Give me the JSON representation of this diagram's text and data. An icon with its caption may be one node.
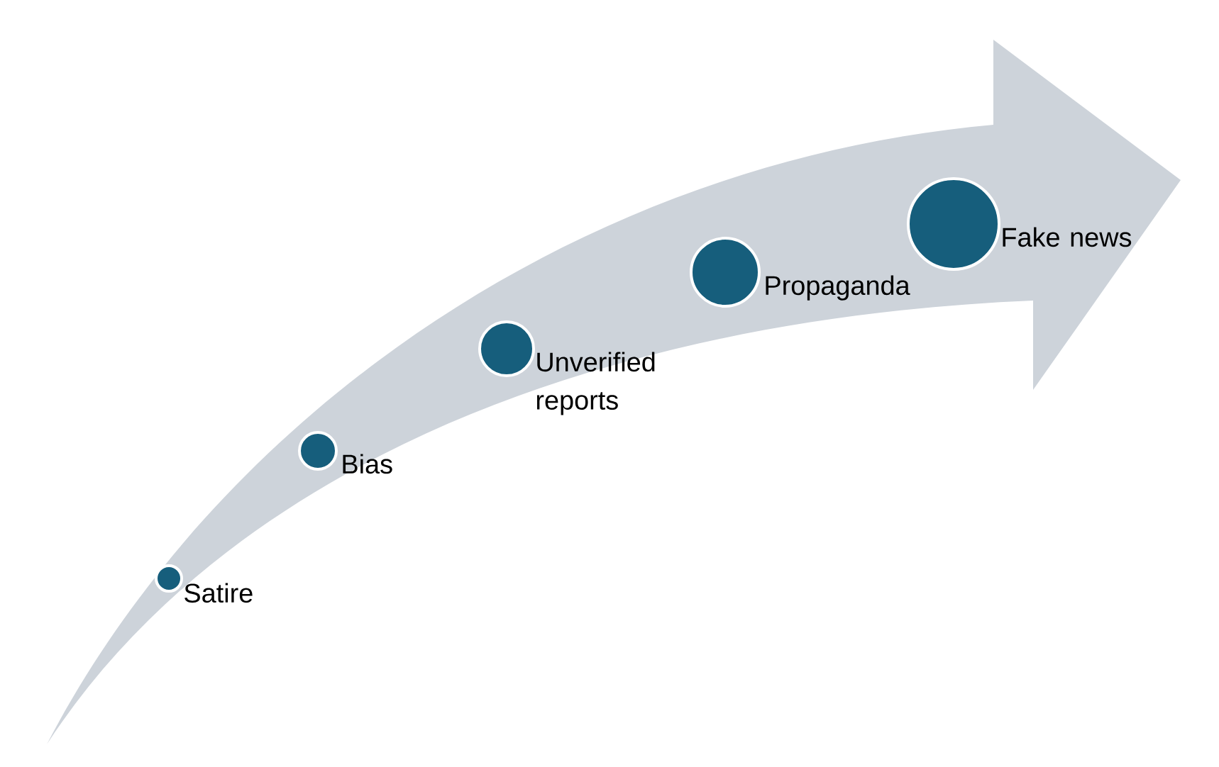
{
  "diagram": {
    "nodes": [
      {
        "text": [],
        "shape": "circle",
        "beside": [
          "Satire"
        ]
      },
      {
        "text": [],
        "shape": "circle",
        "beside": [
          "Bias"
        ]
      },
      {
        "text": [],
        "shape": "circle",
        "beside": [
          "Unverified reports"
        ]
      },
      {
        "text": [],
        "shape": "circle",
        "beside": [
          "Propaganda"
        ]
      },
      {
        "text": [],
        "shape": "circle",
        "beside": [
          "Fake news"
        ]
      }
    ]
  }
}
